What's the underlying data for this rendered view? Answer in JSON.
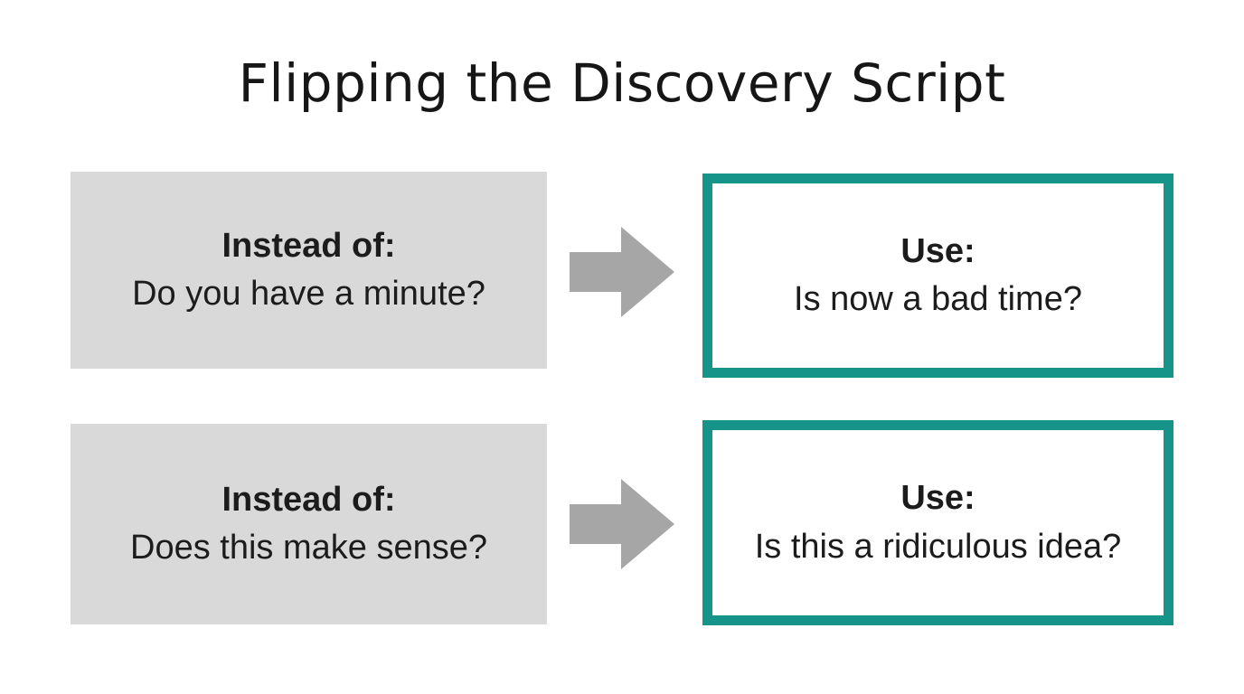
{
  "title": "Flipping the Discovery Script",
  "rows": [
    {
      "instead": {
        "label": "Instead of:",
        "question": "Do you have a minute?"
      },
      "use": {
        "label": "Use:",
        "question": "Is now a bad time?"
      }
    },
    {
      "instead": {
        "label": "Instead of:",
        "question": "Does this make sense?"
      },
      "use": {
        "label": "Use:",
        "question": "Is this a ridiculous idea?"
      }
    }
  ],
  "icons": {
    "arrow": "right-arrow-icon"
  },
  "colors": {
    "background": "#ffffff",
    "instead_box_fill": "#d9d9d9",
    "use_box_border": "#17948a",
    "use_box_fill": "#ffffff",
    "arrow_fill": "#a6a6a6",
    "text": "#1c1c1c"
  }
}
